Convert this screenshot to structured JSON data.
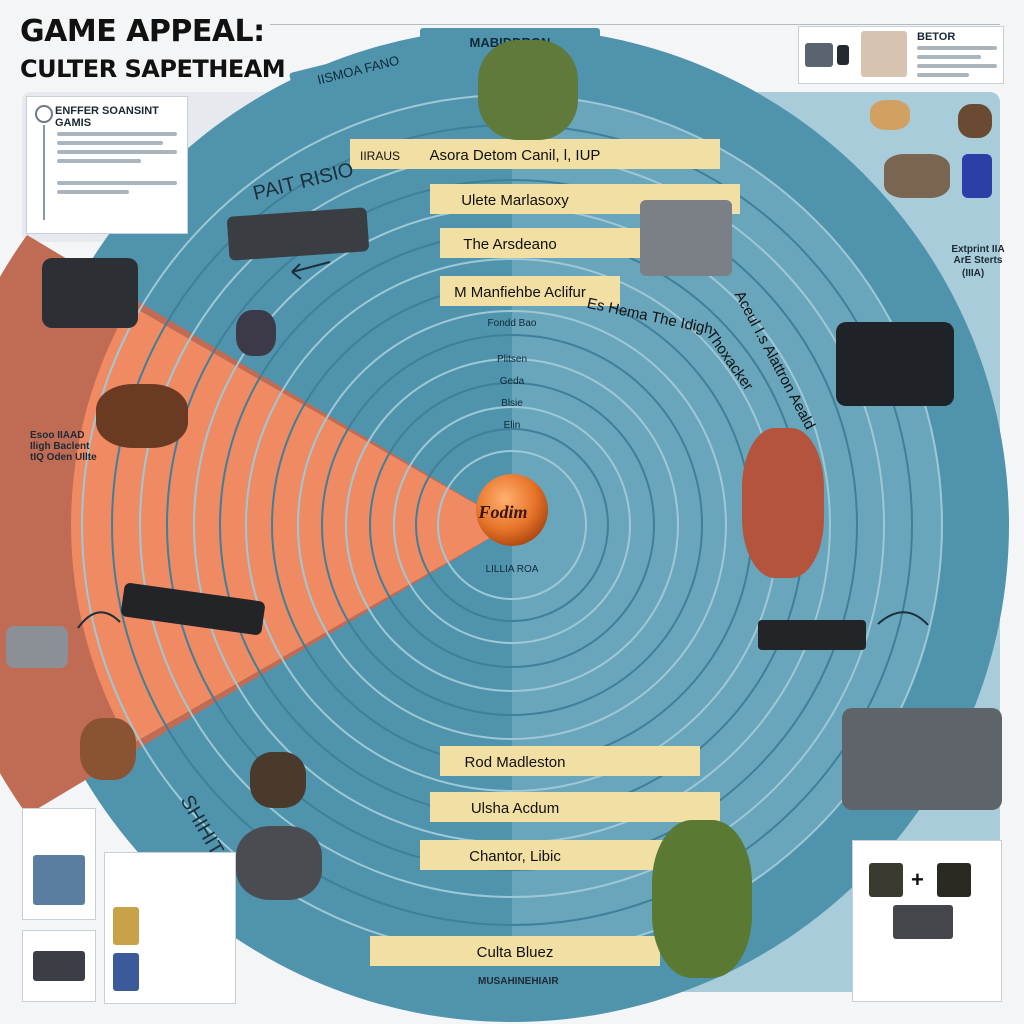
{
  "title": {
    "line1": "GAME APPEAL:",
    "line2": "CULTER SAPETHEAM"
  },
  "colors": {
    "outer_ring": "#4f93ad",
    "inner_ring": "#7fb6c8",
    "band": "#f2dfa4",
    "sector_dark": "#c06c55",
    "sector_light": "#f08a63",
    "hub": "#e8742a",
    "panel_bg": "#ffffff",
    "side_panel": "#a9ccda"
  },
  "hub": {
    "label": "Fodim"
  },
  "outer_labels": {
    "top_tab": "MABIDDRON",
    "top_left_tab": "IISMOA FANO",
    "left_sector": "PAIT RISIO",
    "bottom_left": "SHIHIT"
  },
  "bands": [
    {
      "label": "Asora Detom Canil, l, IUP",
      "tag": "IIRAUS"
    },
    {
      "label": "Ulete Marlasoxy",
      "tag": ""
    },
    {
      "label": "The Arsdeano",
      "tag": ""
    },
    {
      "label": "M Manfiehbe Aclifur",
      "tag": ""
    },
    {
      "label": "Es Hema The Idigh",
      "tag": ""
    },
    {
      "label": "Thoxacker",
      "tag": ""
    },
    {
      "label": "Aceul I.s Alattron Aeald",
      "tag": ""
    },
    {
      "label": "Rod Madleston",
      "tag": ""
    },
    {
      "label": "Ulsha Acdum",
      "tag": ""
    },
    {
      "label": "Chantor, Libic",
      "tag": ""
    },
    {
      "label": "Culta Bluez",
      "tag": ""
    }
  ],
  "center_column": [
    "Fondd Bao",
    "Plitsen",
    "Geda",
    "Blsie",
    "Elin",
    "LILLIA ROA"
  ],
  "left_panel": {
    "title": "ENFFER SOANSINT GAMIS",
    "lines": 6
  },
  "right_panel": {
    "title": "BETOR",
    "lines": 4
  },
  "right_labels": {
    "side_caption": "Extprint IIA ArE Sterts",
    "side_caption2": "(IIIA)"
  },
  "left_labels": {
    "side_caption": "Esoo IIAAD Iligh Baclent tIQ Oden Ullte"
  },
  "bottom_right": {
    "plus": "+"
  },
  "bottom_caption": "MUSAHINEHIAIR"
}
